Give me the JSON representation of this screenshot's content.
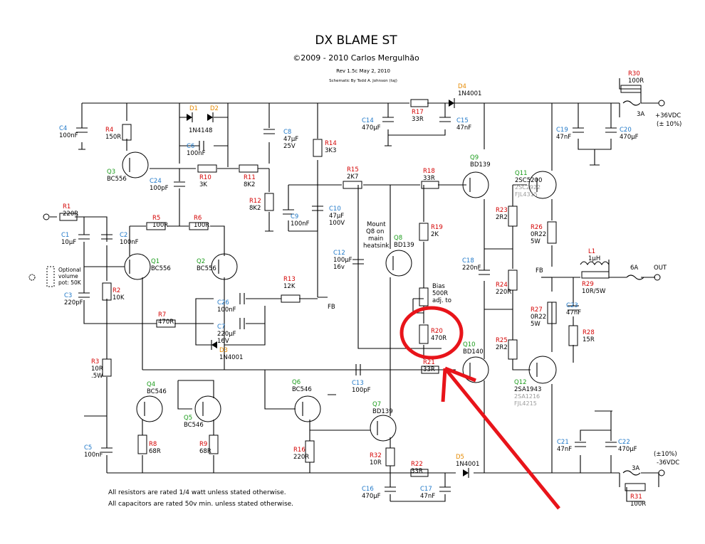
{
  "header": {
    "title": "DX BLAME ST",
    "subtitle": "©2009 - 2010 Carlos Mergulhão",
    "rev": "Rev 1.5c  May 2, 2010",
    "credit": "Schematic By Todd A. Johnson (taj)"
  },
  "notes": {
    "line1": "All resistors are rated 1/4 watt unless stated otherwise.",
    "line2": "All capacitors are rated 50v min. unless stated otherwise."
  },
  "supply": {
    "pos": "+36VDC",
    "pos_tol": "(± 10%)",
    "neg_tol": "(±10%)",
    "neg": "-36VDC",
    "fuse_pos": "3A",
    "fuse_neg": "3A",
    "fuse_out": "6A",
    "out": "OUT",
    "fb": "FB"
  },
  "annotations": {
    "mount1": "Mount",
    "mount2": "Q8 on",
    "mount3": "main",
    "mount4": "heatsink",
    "vol1": "Optional",
    "vol2": "volume",
    "vol3": "pot: 50K",
    "bias1": "Bias",
    "bias2": "500R",
    "bias3": "adj. to"
  },
  "components": {
    "R1": [
      "R1",
      "220R"
    ],
    "R2": [
      "R2",
      "10K"
    ],
    "R3": [
      "R3",
      "10R",
      ".5W"
    ],
    "R4": [
      "R4",
      "150R"
    ],
    "R5": [
      "R5",
      "100R"
    ],
    "R6": [
      "R6",
      "100R"
    ],
    "R7": [
      "R7",
      "470R"
    ],
    "R8": [
      "R8",
      "68R"
    ],
    "R9": [
      "R9",
      "68R"
    ],
    "R10": [
      "R10",
      "3K"
    ],
    "R11": [
      "R11",
      "8K2"
    ],
    "R12": [
      "R12",
      "8K2"
    ],
    "R13": [
      "R13",
      "12K"
    ],
    "R14": [
      "R14",
      "3K3"
    ],
    "R15": [
      "R15",
      "2K7"
    ],
    "R16": [
      "R16",
      "220R"
    ],
    "R17": [
      "R17",
      "33R"
    ],
    "R18": [
      "R18",
      "33R"
    ],
    "R19": [
      "R19",
      "2K"
    ],
    "R20": [
      "R20",
      "470R"
    ],
    "R21": [
      "R21",
      "33R"
    ],
    "R22": [
      "R22",
      "33R"
    ],
    "R23": [
      "R23",
      "2R2"
    ],
    "R24": [
      "R24",
      "220R"
    ],
    "R25": [
      "R25",
      "2R2"
    ],
    "R26": [
      "R26",
      "0R22",
      "5W"
    ],
    "R27": [
      "R27",
      "0R22",
      "5W"
    ],
    "R28": [
      "R28",
      "15R"
    ],
    "R29": [
      "R29",
      "10R/5W"
    ],
    "R30": [
      "R30",
      "100R"
    ],
    "R31": [
      "R31",
      "100R"
    ],
    "R32": [
      "R32",
      "10R"
    ],
    "C1": [
      "C1",
      "10µF"
    ],
    "C2": [
      "C2",
      "100nF"
    ],
    "C3": [
      "C3",
      "220pF"
    ],
    "C4": [
      "C4",
      "100nF"
    ],
    "C5": [
      "C5",
      "100nF"
    ],
    "C6": [
      "C6",
      "100nF"
    ],
    "C7": [
      "C7",
      "220µF",
      "16V"
    ],
    "C8": [
      "C8",
      "47µF",
      "25V"
    ],
    "C9": [
      "C9",
      "100nF"
    ],
    "C10": [
      "C10",
      "47µF",
      "100V"
    ],
    "C12": [
      "C12",
      "100µF",
      "16v"
    ],
    "C13": [
      "C13",
      "100pF"
    ],
    "C14": [
      "C14",
      "470µF"
    ],
    "C15": [
      "C15",
      "47nF"
    ],
    "C16": [
      "C16",
      "470µF"
    ],
    "C17": [
      "C17",
      "47nF"
    ],
    "C18": [
      "C18",
      "220nF"
    ],
    "C19": [
      "C19",
      "47nF"
    ],
    "C20": [
      "C20",
      "470µF"
    ],
    "C21": [
      "C21",
      "47nF"
    ],
    "C22": [
      "C22",
      "470µF"
    ],
    "C23": [
      "C23",
      "47nF"
    ],
    "C24": [
      "C24",
      "100pF"
    ],
    "C26": [
      "C26",
      "100nF"
    ],
    "D1": [
      "D1"
    ],
    "D2": [
      "D2"
    ],
    "D12": [
      "1N4148"
    ],
    "D3": [
      "D3",
      "1N4001"
    ],
    "D4": [
      "D4",
      "1N4001"
    ],
    "D5": [
      "D5",
      "1N4001"
    ],
    "L1": [
      "L1",
      "1µH"
    ],
    "Q1": [
      "Q1",
      "BC556"
    ],
    "Q2": [
      "Q2",
      "BC556"
    ],
    "Q3": [
      "Q3",
      "BC556"
    ],
    "Q4": [
      "Q4",
      "BC546"
    ],
    "Q5": [
      "Q5",
      "BC546"
    ],
    "Q6": [
      "Q6",
      "BC546"
    ],
    "Q7": [
      "Q7",
      "BD139"
    ],
    "Q8": [
      "Q8",
      "BD139"
    ],
    "Q9": [
      "Q9",
      "BD139"
    ],
    "Q10": [
      "Q10",
      "BD140"
    ],
    "Q11": [
      "Q11",
      "2SC5200",
      "2SC2922",
      "FJL4315"
    ],
    "Q12": [
      "Q12",
      "2SA1943",
      "2SA1216",
      "FJL4215"
    ]
  },
  "colors": {
    "ref_resistor": "#d40000",
    "ref_capacitor": "#1f78c8",
    "ref_transistor": "#1a9b1a",
    "ref_diode": "#e68a00",
    "alt_part": "#9a9a9a",
    "highlight": "#e8141a"
  }
}
